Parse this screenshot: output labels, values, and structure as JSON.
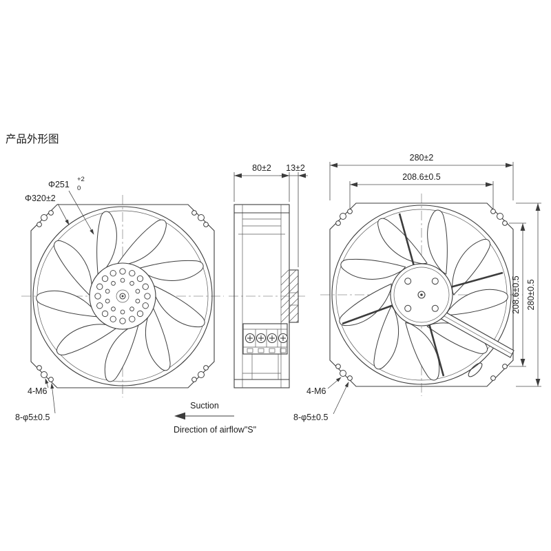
{
  "title": "产品外形图",
  "front_view": {
    "dim_impeller": "Φ251",
    "dim_impeller_tol_up": "+2",
    "dim_impeller_tol_dn": "0",
    "dim_venturi": "Φ320±2",
    "label_m6": "4-M6",
    "label_holes": "8-φ5±0.5"
  },
  "side_view": {
    "dim_depth": "80±2",
    "dim_motor": "13±2"
  },
  "rear_view": {
    "dim_width_outer": "280±2",
    "dim_hole_pitch_h": "208.6±0.5",
    "dim_hole_pitch_v": "208.6±0.5",
    "dim_height_outer": "280±0.5",
    "label_m6": "4-M6",
    "label_holes": "8-φ5±0.5"
  },
  "airflow": {
    "suction": "Suction",
    "direction": "Direction of airflow\"S\""
  },
  "colors": {
    "line": "#3c3c3c",
    "text": "#1c1c1c",
    "background": "#ffffff"
  }
}
